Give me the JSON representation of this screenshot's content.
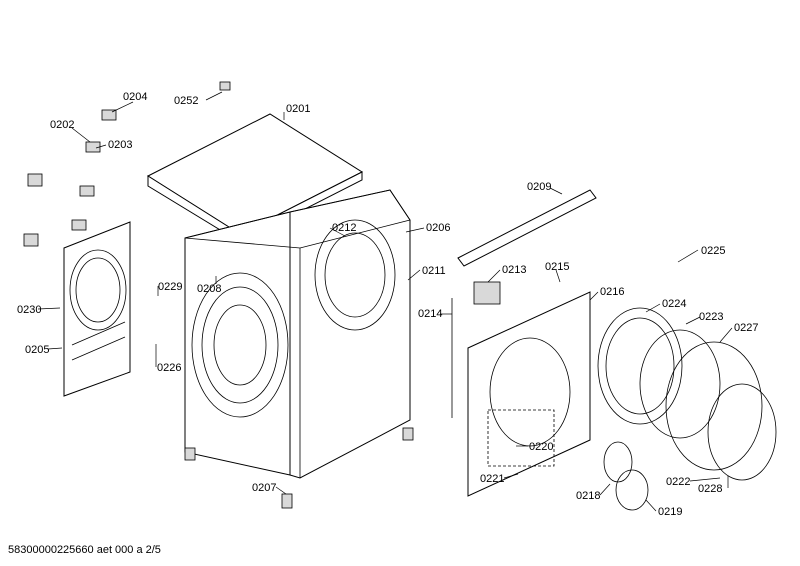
{
  "document_code": "58300000225660 aet 000 a 2/5",
  "callouts": {
    "c0252": "0252",
    "c0204": "0204",
    "c0201": "0201",
    "c0202": "0202",
    "c0203": "0203",
    "c0209": "0209",
    "c0212": "0212",
    "c0206": "0206",
    "c0225": "0225",
    "c0213": "0213",
    "c0215": "0215",
    "c0211": "0211",
    "c0229": "0229",
    "c0208": "0208",
    "c0216": "0216",
    "c0224": "0224",
    "c0230": "0230",
    "c0214": "0214",
    "c0223": "0223",
    "c0227": "0227",
    "c0205": "0205",
    "c0226": "0226",
    "c0220": "0220",
    "c0221": "0221",
    "c0222": "0222",
    "c0228": "0228",
    "c0207": "0207",
    "c0218": "0218",
    "c0219": "0219"
  }
}
